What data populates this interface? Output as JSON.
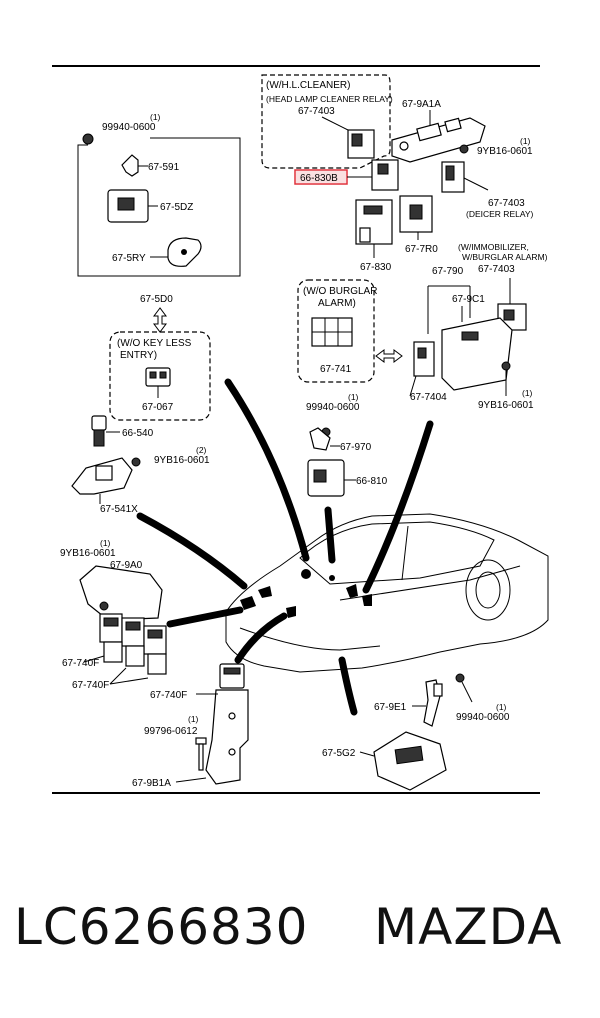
{
  "diagram": {
    "labels": {
      "wh_cleaner": "(W/H.L.CLEANER)",
      "head_lamp_relay": "(HEAD LAMP CLEANER RELAY)",
      "p67_7403_top": "67-7403",
      "p66_830b": "66-830B",
      "p67_9a1a": "67-9A1A",
      "n9yb16_top_qty": "(1)",
      "n9yb16_top": "9YB16-0601",
      "p67_7403_deicer": "67-7403",
      "deicer_relay": "(DEICER RELAY)",
      "p67_7r0": "67-7R0",
      "p67_830": "67-830",
      "n99940_top_qty": "(1)",
      "n99940_top": "99940-0600",
      "p67_591": "67-591",
      "p67_5dz": "67-5DZ",
      "p67_5ry": "67-5RY",
      "p67_5d0": "67-5D0",
      "wo_key_less_1": "(W/O KEY LESS",
      "wo_key_less_2": "ENTRY)",
      "p67_067": "67-067",
      "wo_burglar_1": "(W/O BURGLAR",
      "wo_burglar_2": "ALARM)",
      "p67_741": "67-741",
      "w_immob_1": "(W/IMMOBILIZER,",
      "w_immob_2": "W/BURGLAR ALARM)",
      "p67_7403_right": "67-7403",
      "p67_790": "67-790",
      "p67_9c1": "67-9C1",
      "p67_7404": "67-7404",
      "n9yb16_right_qty": "(1)",
      "n9yb16_right": "9YB16-0601",
      "n99940_mid_qty": "(1)",
      "n99940_mid": "99940-0600",
      "p67_970": "67-970",
      "p66_810": "66-810",
      "p66_540": "66-540",
      "n9yb16_left_qty": "(2)",
      "n9yb16_left": "9YB16-0601",
      "p67_541x": "67-541X",
      "n9yb16_low_qty": "(1)",
      "n9yb16_low": "9YB16-0601",
      "p67_9a0": "67-9A0",
      "p67_740f_a": "67-740F",
      "p67_740f_b": "67-740F",
      "p67_740f_c": "67-740F",
      "n99796_qty": "(1)",
      "n99796": "99796-0612",
      "p67_9b1a": "67-9B1A",
      "p67_9e1": "67-9E1",
      "n99940_low_qty": "(1)",
      "n99940_low": "99940-0600",
      "p67_5g2": "67-5G2"
    },
    "highlight_color": "#e0303a"
  },
  "caption": {
    "part_number": "LC6266830",
    "brand": "MAZDA"
  }
}
